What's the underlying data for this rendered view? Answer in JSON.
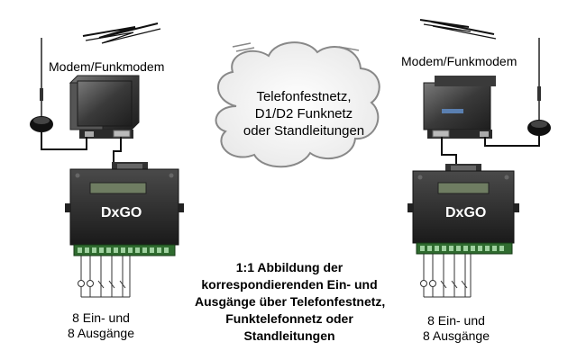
{
  "left_system": {
    "modem_label": "Modem/Funkmodem",
    "device_label": "DxGO",
    "io_label_line1": "8 Ein- und",
    "io_label_line2": "8 Ausgänge"
  },
  "right_system": {
    "modem_label": "Modem/Funkmodem",
    "device_label": "DxGO",
    "io_label_line1": "8 Ein- und",
    "io_label_line2": "8 Ausgänge"
  },
  "network_cloud": {
    "line1": "Telefonfestnetz,",
    "line2": "D1/D2 Funknetz",
    "line3": "oder Standleitungen"
  },
  "caption": {
    "line1": "1:1 Abbildung der",
    "line2": "korrespondierenden Ein- und",
    "line3": "Ausgänge über Telefonfestnetz,",
    "line4": "Funktelefonnetz oder",
    "line5": "Standleitungen"
  }
}
